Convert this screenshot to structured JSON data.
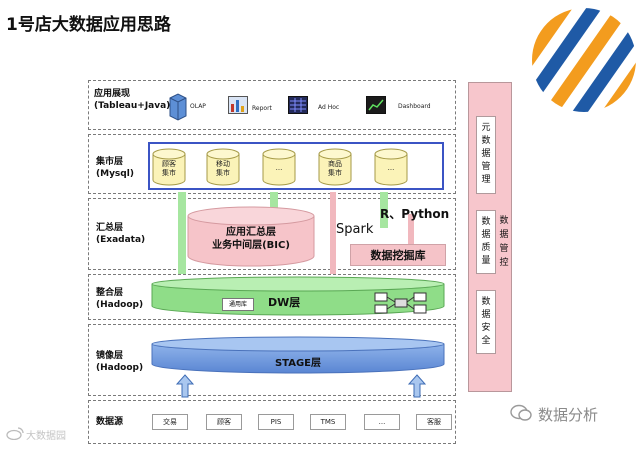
{
  "title": "1号店大数据应用思路",
  "layers": {
    "app": {
      "name": "应用展现",
      "sub": "(Tableau+Java)"
    },
    "mart": {
      "name": "集市层",
      "sub": "(Mysql)"
    },
    "summary": {
      "name": "汇总层",
      "sub": "(Exadata)"
    },
    "integration": {
      "name": "整合层",
      "sub": "(Hadoop)"
    },
    "mirror": {
      "name": "镜像层",
      "sub": "(Hadoop)"
    },
    "source": {
      "name": "数据源"
    }
  },
  "app_tools": [
    "OLAP",
    "Report",
    "Ad Hoc",
    "Dashboard"
  ],
  "marts": [
    {
      "l1": "顾客",
      "l2": "集市"
    },
    {
      "l1": "移动",
      "l2": "集市"
    },
    {
      "l1": "...",
      "l2": ""
    },
    {
      "l1": "商品",
      "l2": "集市"
    },
    {
      "l1": "...",
      "l2": ""
    }
  ],
  "summary": {
    "bic_l1": "应用汇总层",
    "bic_l2": "业务中间层(BIC)",
    "spark": "Spark",
    "r_python": "R、Python",
    "mining": "数据挖掘库"
  },
  "integration": {
    "dw": "DW层",
    "temp": "通用库"
  },
  "mirror": {
    "stage": "STAGE层"
  },
  "sources": [
    "交易",
    "顾客",
    "PIS",
    "TMS",
    "...",
    "客服"
  ],
  "governance": {
    "metadata": [
      "元",
      "数",
      "据",
      "管",
      "理"
    ],
    "quality": [
      "数",
      "据",
      "质",
      "量"
    ],
    "security": [
      "数",
      "据",
      "安",
      "全"
    ],
    "mgmt": [
      "数",
      "据",
      "管",
      "控"
    ]
  },
  "watermark_left": "大数据园",
  "watermark_right": "数据分析"
}
